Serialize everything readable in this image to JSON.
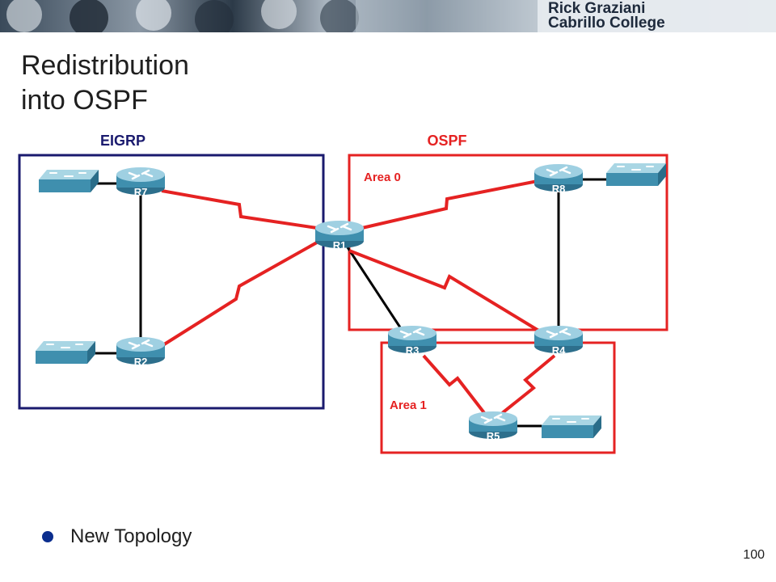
{
  "header": {
    "author": "Rick Graziani",
    "institution": "Cabrillo College"
  },
  "slide": {
    "title_line1": "Redistribution",
    "title_line2": "into OSPF",
    "bullet": "New Topology",
    "page_number": "100"
  },
  "diagram": {
    "domains": {
      "eigrp": {
        "label": "EIGRP",
        "color": "#1a1a6e"
      },
      "ospf": {
        "label": "OSPF",
        "color": "#e52222"
      }
    },
    "areas": {
      "area0": "Area 0",
      "area1": "Area 1"
    },
    "routers": {
      "r1": "R1",
      "r2": "R2",
      "r3": "R3",
      "r4": "R4",
      "r5": "R5",
      "r7": "R7",
      "r8": "R8"
    },
    "colors": {
      "serial_link": "#e52222",
      "ethernet_link": "#000000",
      "router": "#3f8fae",
      "switch": "#5fa6bc"
    }
  }
}
